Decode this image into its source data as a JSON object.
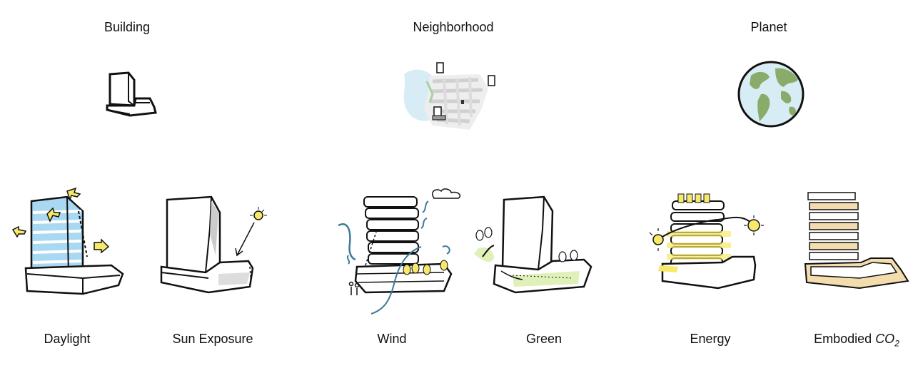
{
  "categories": [
    {
      "title": "Building",
      "icon": "building-icon",
      "items": [
        {
          "label": "Daylight",
          "icon": "daylight-icon"
        },
        {
          "label": "Sun Exposure",
          "icon": "sun-exposure-icon"
        }
      ]
    },
    {
      "title": "Neighborhood",
      "icon": "neighborhood-map-icon",
      "items": [
        {
          "label": "Wind",
          "icon": "wind-icon"
        },
        {
          "label": "Green",
          "icon": "green-icon"
        }
      ]
    },
    {
      "title": "Planet",
      "icon": "globe-icon",
      "items": [
        {
          "label": "Energy",
          "icon": "energy-icon"
        },
        {
          "label_prefix": "Embodied ",
          "label_formula": "CO",
          "label_subscript": "2",
          "icon": "embodied-co2-icon"
        }
      ]
    }
  ],
  "colors": {
    "ink": "#111111",
    "daylight_blue": "#a9d8f2",
    "sun_yellow": "#f7e96a",
    "green": "#dff0b8",
    "ocean": "#d8ecf5",
    "land": "#8aac6a",
    "wood": "#f3dcae"
  }
}
